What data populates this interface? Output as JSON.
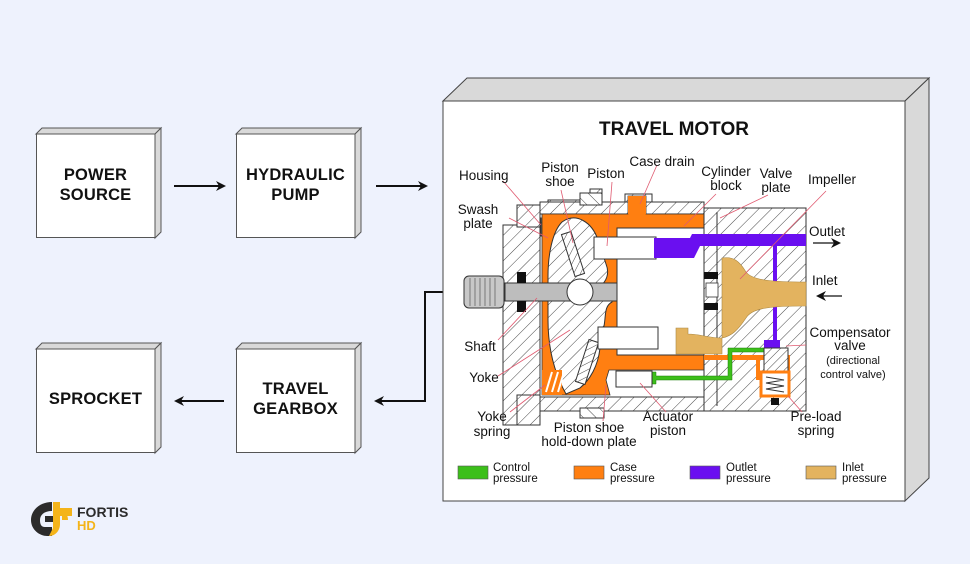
{
  "flow_boxes": {
    "power_source": "POWER\nSOURCE",
    "hydraulic_pump": "HYDRAULIC\nPUMP",
    "travel_gearbox": "TRAVEL\nGEARBOX",
    "sprocket": "SPROCKET"
  },
  "travel_motor": {
    "title": "TRAVEL MOTOR",
    "labels": {
      "housing": "Housing",
      "piston_shoe_1": "Piston",
      "piston_shoe_2": "shoe",
      "piston": "Piston",
      "case_drain": "Case drain",
      "cylinder_block_1": "Cylinder",
      "cylinder_block_2": "block",
      "valve_plate_1": "Valve",
      "valve_plate_2": "plate",
      "impeller": "Impeller",
      "swash_plate_1": "Swash",
      "swash_plate_2": "plate",
      "outlet": "Outlet",
      "inlet": "Inlet",
      "shaft": "Shaft",
      "compensator_1": "Compensator",
      "compensator_2": "valve",
      "compensator_3": "(directional",
      "compensator_4": "control valve)",
      "yoke": "Yoke",
      "yoke_spring_1": "Yoke",
      "yoke_spring_2": "spring",
      "hold_down_1": "Piston shoe",
      "hold_down_2": "hold-down plate",
      "actuator_1": "Actuator",
      "actuator_2": "piston",
      "preload_1": "Pre-load",
      "preload_2": "spring"
    },
    "legend": [
      {
        "line1": "Control",
        "line2": "pressure",
        "color": "#3cbf1a"
      },
      {
        "line1": "Case",
        "line2": "pressure",
        "color": "#ff7f11"
      },
      {
        "line1": "Outlet",
        "line2": "pressure",
        "color": "#6a0ff0"
      },
      {
        "line1": "Inlet",
        "line2": "pressure",
        "color": "#e3b35f"
      }
    ]
  },
  "colors": {
    "background": "#eef2fd",
    "control": "#3cbf1a",
    "case": "#ff7f11",
    "outlet": "#6a0ff0",
    "inlet": "#e3b35f",
    "shaft": "#bdbdbd",
    "logo_dark": "#2b2b2b",
    "logo_yellow": "#f4b41a"
  },
  "logo": {
    "line1": "FORTIS",
    "line2": "HD"
  }
}
